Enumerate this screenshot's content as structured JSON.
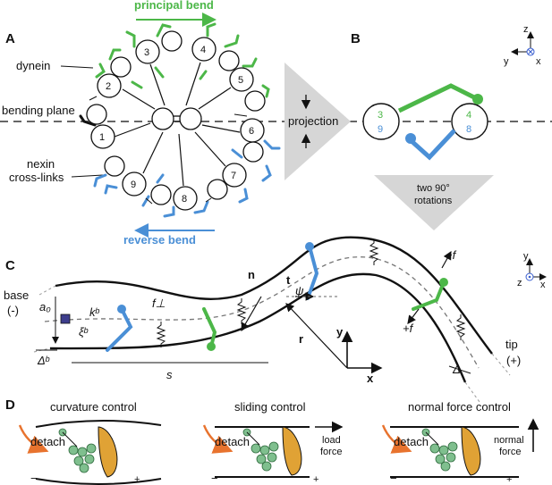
{
  "colors": {
    "green": "#4cb748",
    "blue": "#4a8fd6",
    "orange": "#e0a235",
    "arrow": "#e8732e",
    "motor": "#7fbf8e"
  },
  "panels": {
    "a": "A",
    "b": "B",
    "c": "C",
    "d": "D"
  },
  "panel_a": {
    "principal_bend": "principal bend",
    "reverse_bend": "reverse bend",
    "dynein": "dynein",
    "bending_plane": "bending plane",
    "nexin_line1": "nexin",
    "nexin_line2": "cross-links",
    "doublets": [
      "1",
      "2",
      "3",
      "4",
      "5",
      "6",
      "7",
      "8",
      "9"
    ]
  },
  "projection": {
    "label": "projection"
  },
  "panel_b": {
    "left_top": "3",
    "left_bottom": "9",
    "right_top": "4",
    "right_bottom": "8",
    "rotation_line1": "two 90°",
    "rotation_line2": "rotations",
    "axes": {
      "z": "z",
      "y": "y",
      "x": "x"
    }
  },
  "panel_c": {
    "base_line1": "base",
    "base_line2": "(-)",
    "tip_line1": "tip",
    "tip_line2": "(+)",
    "a0": "a₀",
    "kb": "kᵇ",
    "xib": "ξᵇ",
    "delta_b": "Δᵇ",
    "f_perp": "f⊥",
    "s": "s",
    "n": "n",
    "t": "t",
    "psi": "ψ",
    "r": "r",
    "minus_f": "−f",
    "plus_f": "+f",
    "delta": "Δ",
    "frame_y": "y",
    "frame_x": "x",
    "axes": {
      "y": "y",
      "z": "z",
      "x": "x"
    }
  },
  "panel_d": {
    "curvature_title": "curvature control",
    "sliding_title": "sliding control",
    "normal_title": "normal force control",
    "detach": "detach",
    "load_line1": "load",
    "load_line2": "force",
    "normal_line1": "normal",
    "normal_line2": "force",
    "minus": "−",
    "plus": "+"
  }
}
